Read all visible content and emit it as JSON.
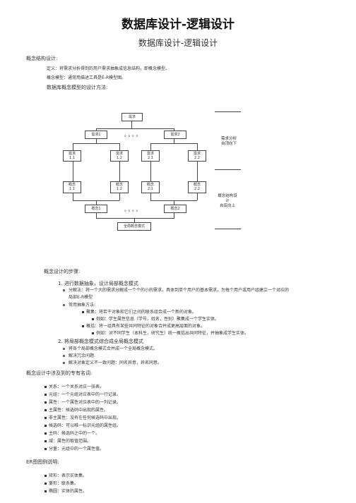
{
  "doc": {
    "title": "数据库设计-逻辑设计",
    "subtitle": "数据库设计-逻辑设计",
    "section1_heading": "概念结构设计:",
    "definition": "定义：将需求分析得到的用户需求抽象成信息结构，即概念模型。",
    "model_tool": "概念模型：通常用描述工具是E-R模型图。",
    "design_method": "数据库概念模型的设计方法:",
    "diagram": {
      "requirement": "需求",
      "req1": "需求1",
      "req2": "需求2",
      "dots": "。。。。",
      "req11": "需求\n1.1",
      "req12": "需求\n1.2",
      "req21": "需求\n2.1",
      "req22": "需求\n2.2",
      "con11": "概念\n1.1",
      "con12": "概念\n1.2",
      "con21": "概念\n2.1",
      "con22": "概念\n2.2",
      "con1": "概念1",
      "con2": "概念2",
      "global": "全局概念模式",
      "right_top": "需求分析\n自顶向下",
      "right_bottom": "概念结构设\n计\n自底向上"
    },
    "steps_heading": "概念设计的步骤:",
    "steps": [
      "1.  进行数据抽象，设计局部概念模式",
      "分解法：将一个大的需求分解成一个个的小的需求，具体到单个用户的基本需求，为每个用户或用户组建立一个对应的",
      "局部E-R模型",
      "常用抽象方法:",
      "聚集：将若干对象和它们之间的联系组合成一个新的对象。",
      "例如：学生属性信息（学号，姓名，性别）聚集成一个学生实体。",
      "概括：将一组具有某些共同特征的对象合并成更高层面的对象。",
      "例如：对不同学生（本科生，研究生）统一概括出共同特征，并抽象成学生实体。",
      "2.  将局部概念模式综合成全局概念模式",
      "将各个局部概念模式合并成一个全局概念模式。",
      "解决冗余问题.",
      "解决对象定义不一致问题：同名异意，异名同意。"
    ],
    "terms_heading": "概念设计中涉及到的专有名词:",
    "terms": [
      "关系：一个关系对应一张表。",
      "元组：一个元组对应表中的一行记录。",
      "属性：一个属性对应表中的一列记录。",
      "主属性：候选码中出现的属性。",
      "非主属性：没有在任何候选码中出现。",
      "候选码：可以唯一标识元组的属性组。",
      "主码：候选码之中的一个。",
      "域：属性的取值范围。",
      "分量：元组中的一个属性值。"
    ],
    "er_heading": "ER图图例说明:",
    "er_items": [
      "矩形：表示实体集。",
      "菱形：联系集。",
      "椭圆：实体的属性。"
    ]
  }
}
